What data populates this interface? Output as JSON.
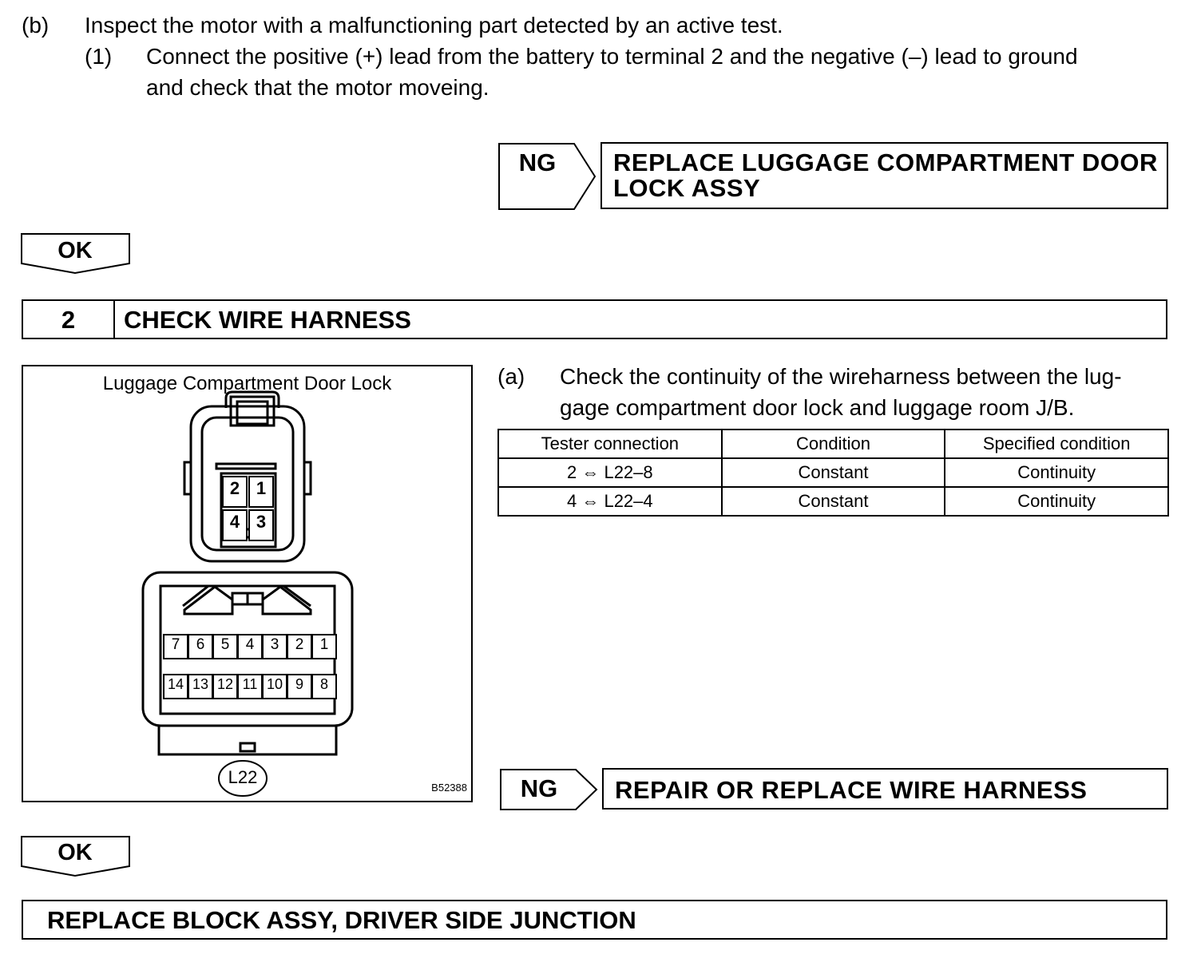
{
  "step_b": {
    "label": "(b)",
    "text": "Inspect the motor with a malfunctioning part detected by an active test.",
    "sub_label": "(1)",
    "sub_line1": "Connect the positive (+) lead from the battery to terminal 2 and the negative (–) lead to ground",
    "sub_line2": "and check that the motor moveing."
  },
  "ng1": {
    "tag": "NG",
    "line1": "REPLACE  LUGGAGE  COMPARTMENT  DOOR",
    "line2": "LOCK ASSY"
  },
  "ok1": "OK",
  "step2": {
    "number": "2",
    "title": "CHECK WIRE HARNESS"
  },
  "figure": {
    "title": "Luggage Compartment Door Lock",
    "top_connector_pins": [
      "2",
      "1",
      "4",
      "3"
    ],
    "jb_pins_row1": [
      "7",
      "6",
      "5",
      "4",
      "3",
      "2",
      "1"
    ],
    "jb_pins_row2": [
      "14",
      "13",
      "12",
      "11",
      "10",
      "9",
      "8"
    ],
    "connector_id": "L22",
    "figure_code": "B52388"
  },
  "step_a": {
    "label": "(a)",
    "line1": "Check the continuity of the wireharness between the lug-",
    "line2": "gage compartment door lock and luggage room J/B."
  },
  "table": {
    "headers": [
      "Tester connection",
      "Condition",
      "Specified condition"
    ],
    "rows": [
      [
        "2 ⇔ L22–8",
        "Constant",
        "Continuity"
      ],
      [
        "4 ⇔ L22–4",
        "Constant",
        "Continuity"
      ]
    ]
  },
  "ng2": {
    "tag": "NG",
    "text": "REPAIR OR REPLACE WIRE HARNESS"
  },
  "ok2": "OK",
  "final": "REPLACE BLOCK ASSY, DRIVER SIDE JUNCTION"
}
